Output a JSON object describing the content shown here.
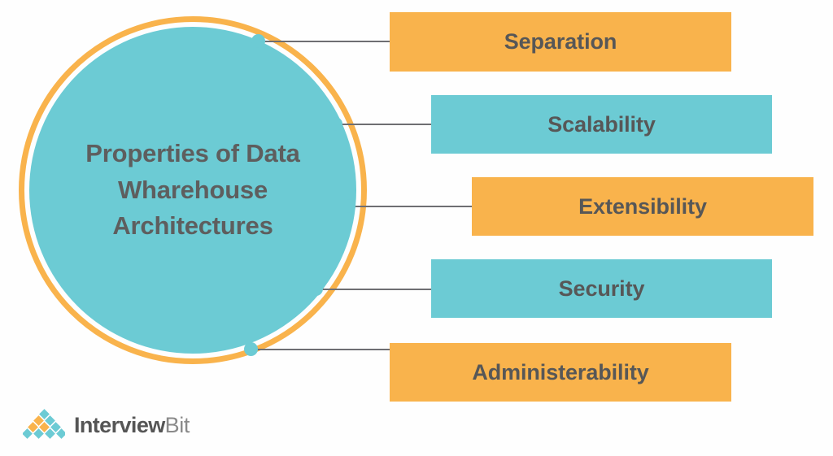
{
  "diagram": {
    "hub": {
      "title": "Properties of Data Wharehouse Architectures",
      "title_line1": "Properties of Data",
      "title_line2": "Wharehouse",
      "title_line3": "Architectures",
      "fill_color": "#6CCBD4",
      "ring_color": "#F9B34C"
    },
    "items": [
      {
        "label": "Separation",
        "color": "#F9B34C",
        "color_name": "orange"
      },
      {
        "label": "Scalability",
        "color": "#6CCBD4",
        "color_name": "teal"
      },
      {
        "label": "Extensibility",
        "color": "#F9B34C",
        "color_name": "orange"
      },
      {
        "label": "Security",
        "color": "#6CCBD4",
        "color_name": "teal"
      },
      {
        "label": "Administerability",
        "color": "#F9B34C",
        "color_name": "orange"
      }
    ],
    "connector_color": "#6E6E72",
    "dot_color": "#6CCBD4",
    "text_color": "#575757"
  },
  "logo": {
    "name_bold": "Interview",
    "name_light": "Bit",
    "mark_name": "interviewbit-diamond-pyramid",
    "mark_colors": {
      "teal": "#6CCBD4",
      "orange": "#F9B34C"
    }
  }
}
